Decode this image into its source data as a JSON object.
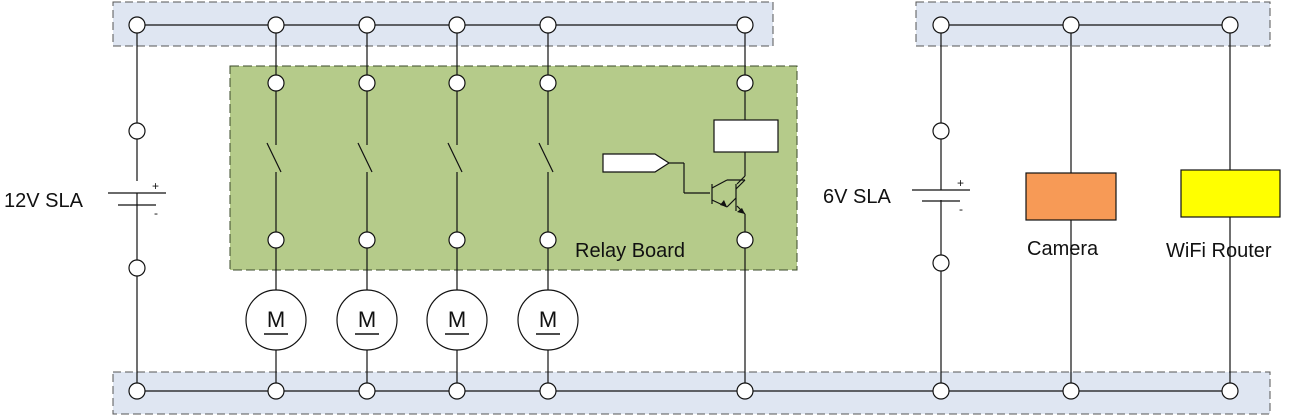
{
  "labels": {
    "battery_12v": "12V SLA",
    "battery_6v": "6V SLA",
    "relay_board": "Relay Board",
    "camera": "Camera",
    "router": "WiFi Router",
    "plus": "+",
    "minus": "-",
    "motor": "M"
  },
  "colors": {
    "relay_board_fill": "#b5cb8a",
    "bus_fill": "#dfe6f2",
    "camera_fill": "#f79a56",
    "router_fill": "#ffff00",
    "wire": "#111111"
  },
  "motors": [
    "M",
    "M",
    "M",
    "M"
  ]
}
